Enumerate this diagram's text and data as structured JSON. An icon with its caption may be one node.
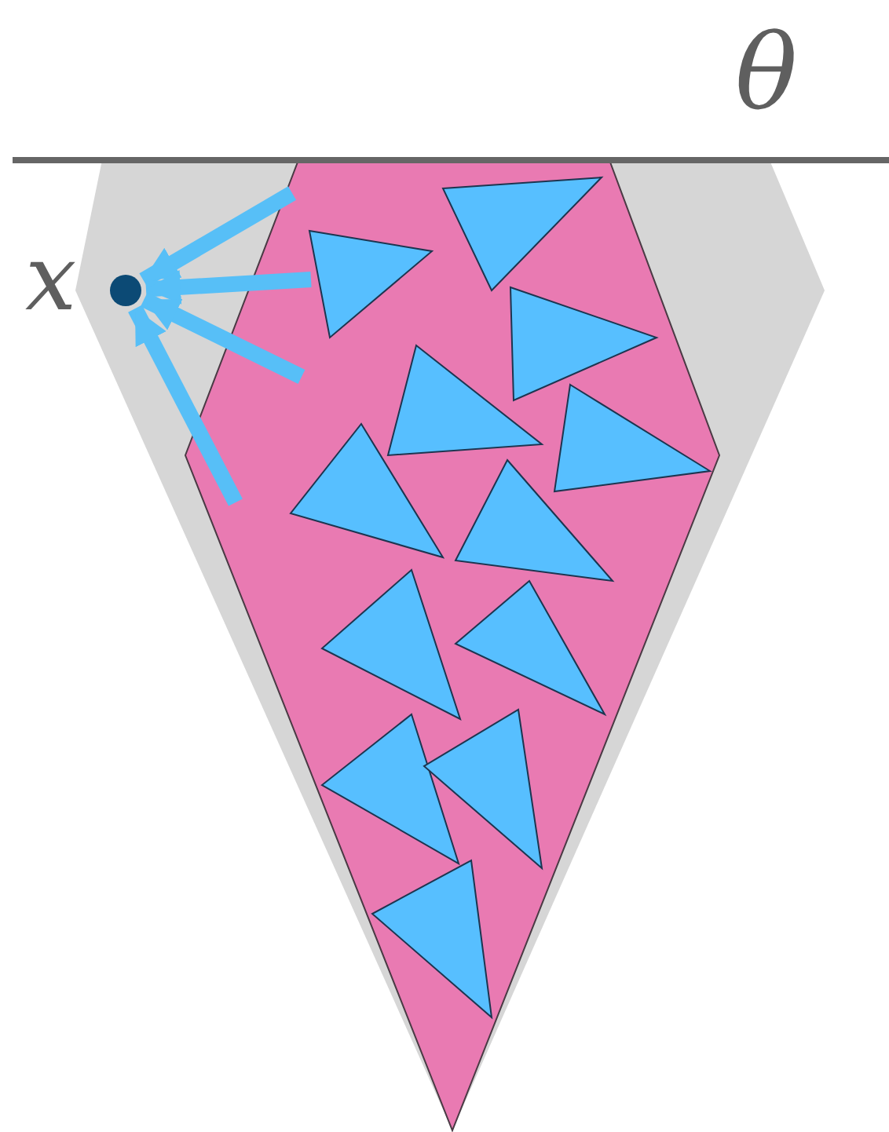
{
  "diagram": {
    "nodes": [
      {
        "text": [],
        "shape": "circle",
        "beside": [
          "x"
        ]
      },
      {
        "text": [],
        "shape": "polygon"
      }
    ],
    "edges": [
      {
        "from": 1,
        "to": 0,
        "arrow": "to"
      },
      {
        "from": 1,
        "to": 0,
        "arrow": "to"
      },
      {
        "from": 1,
        "to": 0,
        "arrow": "to"
      },
      {
        "from": 1,
        "to": 0,
        "arrow": "to"
      }
    ],
    "labels": [
      "θ"
    ]
  }
}
